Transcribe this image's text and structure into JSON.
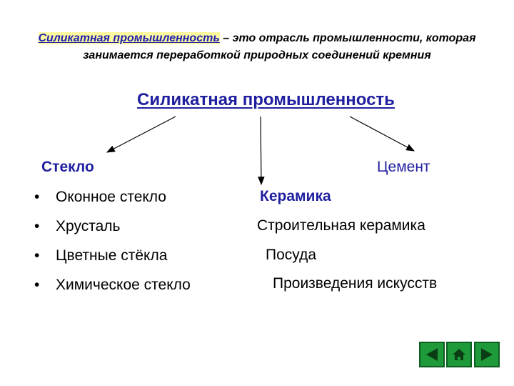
{
  "definition": {
    "term": "Силикатная промышленность",
    "text": " – это отрасль промышленности, которая занимается переработкой природных соединений кремния"
  },
  "main_title": "Силикатная промышленность",
  "branches": {
    "glass": {
      "heading": "Стекло",
      "items": [
        "Оконное стекло",
        "Хрусталь",
        "Цветные стёкла",
        "Химическое стекло"
      ]
    },
    "ceramics": {
      "heading": "Керамика",
      "items": [
        "Строительная керамика",
        "Посуда",
        "Произведения искусств"
      ]
    },
    "cement": {
      "heading": "Цемент"
    }
  },
  "bullet_char": "•",
  "nav": {
    "accent": "#1f9a3a",
    "icons": [
      "back-arrow-icon",
      "home-icon",
      "forward-arrow-icon"
    ]
  }
}
